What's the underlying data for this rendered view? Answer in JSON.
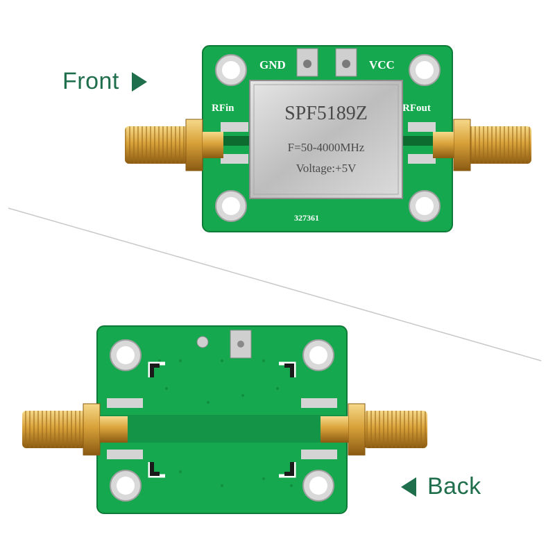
{
  "callouts": {
    "front_label": "Front",
    "back_label": "Back"
  },
  "front_board": {
    "gnd_label": "GND",
    "vcc_label": "VCC",
    "rfin_label": "RFin",
    "rfout_label": "RFout",
    "chip_part": "SPF5189Z",
    "chip_freq": "F=50-4000MHz",
    "chip_voltage": "Voltage:+5V",
    "serial": "327361"
  },
  "colors": {
    "pcb_green": "#16a84e",
    "brand_green": "#1f6e4c",
    "gold": "#d8a63a",
    "shield_silver": "#c9c9c9"
  }
}
